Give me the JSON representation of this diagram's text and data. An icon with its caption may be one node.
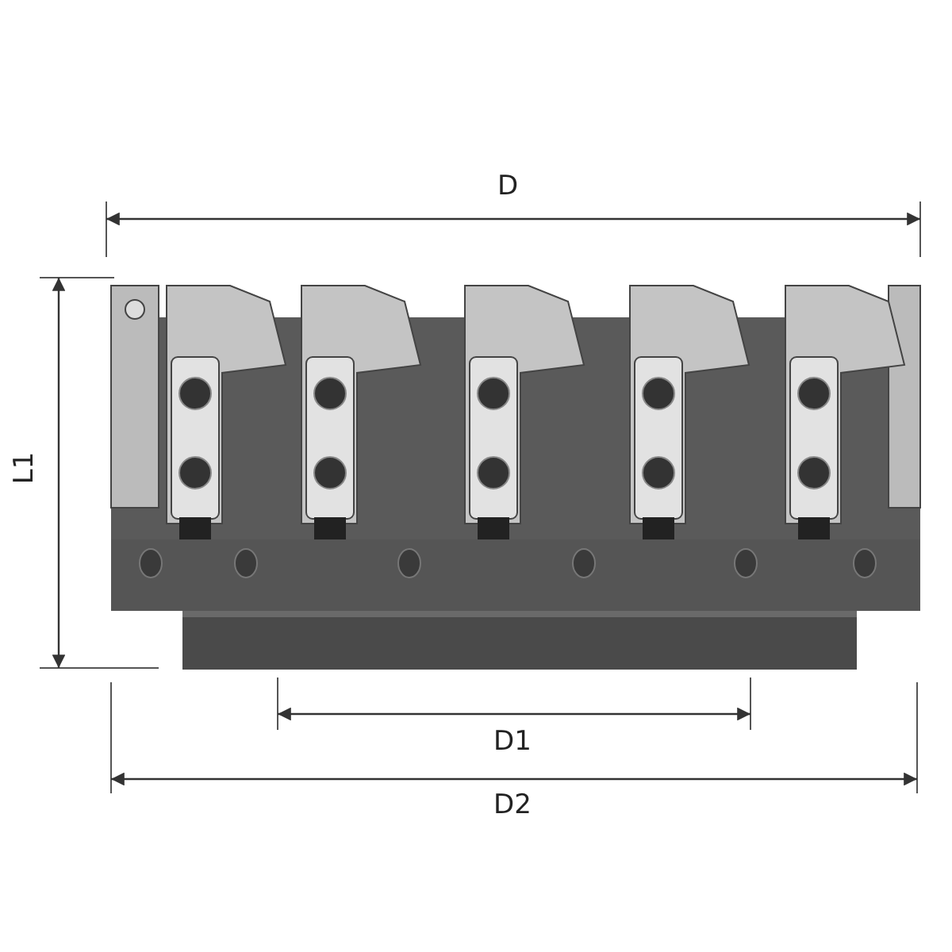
{
  "diagram": {
    "labels": [
      "D",
      "L1",
      "D1",
      "D2"
    ]
  }
}
